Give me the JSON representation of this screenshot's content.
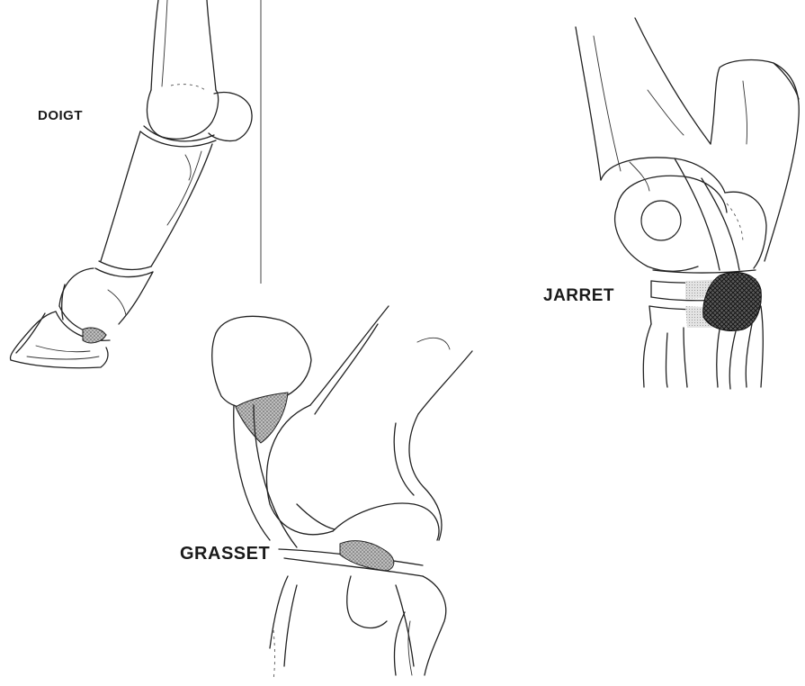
{
  "labels": {
    "doigt": "DOIGT",
    "jarret": "JARRET",
    "grasset": "GRASSET"
  },
  "colors": {
    "ink": "#222222",
    "shade": "#9a9a9a",
    "dark_shade": "#3a3a3a",
    "background": "#ffffff"
  }
}
